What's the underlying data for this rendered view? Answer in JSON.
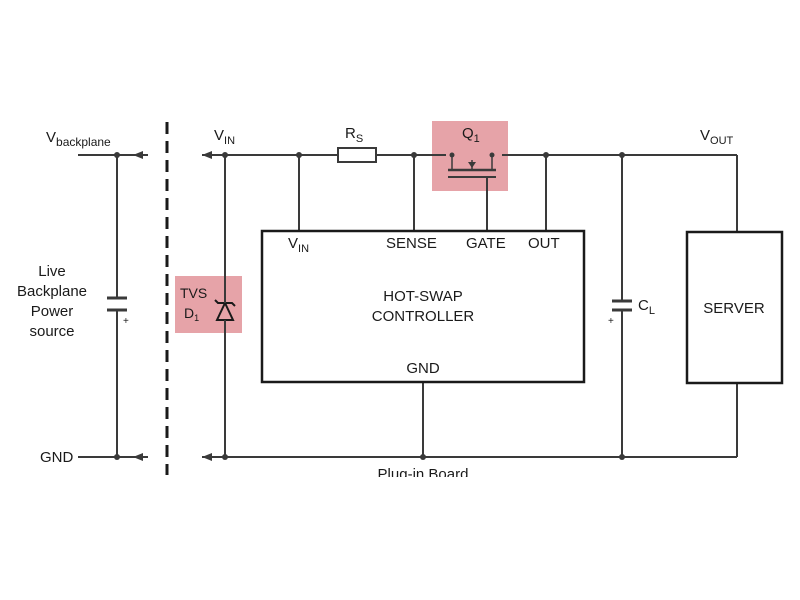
{
  "labels": {
    "vbackplane_main": "V",
    "vbackplane_sub": "backplane",
    "vin_main": "V",
    "vin_sub": "IN",
    "rs_main": "R",
    "rs_sub": "S",
    "q1_main": "Q",
    "q1_sub": "1",
    "vout_main": "V",
    "vout_sub": "OUT",
    "source_line1": "Live",
    "source_line2": "Backplane",
    "source_line3": "Power",
    "source_line4": "source",
    "gnd_left": "GND",
    "tvs_line1": "TVS",
    "tvs_d_main": "D",
    "tvs_d_sub": "1",
    "pin_vin_main": "V",
    "pin_vin_sub": "IN",
    "pin_sense": "SENSE",
    "pin_gate": "GATE",
    "pin_out": "OUT",
    "controller_line1": "HOT-SWAP",
    "controller_line2": "CONTROLLER",
    "pin_gnd": "GND",
    "cl_main": "C",
    "cl_sub": "L",
    "server": "SERVER",
    "plug_in_board": "Plug-in Board",
    "cap_plus_left": "+",
    "cap_plus_right": "+"
  },
  "colors": {
    "highlight": "#e6a3a8",
    "wire": "#3a3a3a"
  }
}
